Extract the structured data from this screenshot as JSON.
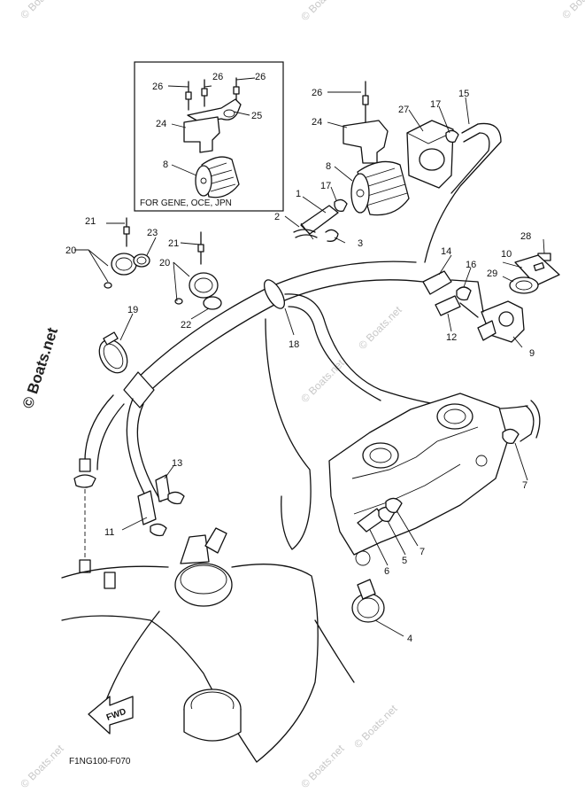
{
  "watermark": {
    "small_text": "© Boats.net",
    "large_text": "© Boats.net"
  },
  "inset": {
    "caption": "FOR GENE, OCE, JPN"
  },
  "fwd_label": "FWD",
  "drawing_code": "F1NG100-F070",
  "callouts": {
    "c1": "1",
    "c2": "2",
    "c3": "3",
    "c4": "4",
    "c5": "5",
    "c6": "6",
    "c7a": "7",
    "c7b": "7",
    "c8a": "8",
    "c8b": "8",
    "c9": "9",
    "c10": "10",
    "c11": "11",
    "c12": "12",
    "c13": "13",
    "c14": "14",
    "c15": "15",
    "c16": "16",
    "c17a": "17",
    "c17b": "17",
    "c18": "18",
    "c19": "19",
    "c20a": "20",
    "c20b": "20",
    "c21a": "21",
    "c21b": "21",
    "c22": "22",
    "c23": "23",
    "c24a": "24",
    "c24b": "24",
    "c25": "25",
    "c26a": "26",
    "c26b": "26",
    "c26c": "26",
    "c26d": "26",
    "c27": "27",
    "c28": "28",
    "c29": "29"
  }
}
